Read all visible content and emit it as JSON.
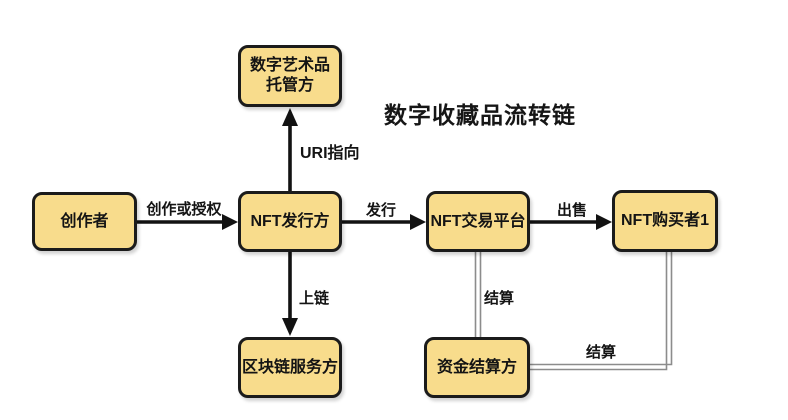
{
  "title": "数字收藏品流转链",
  "colors": {
    "box_fill": "#F8DC8C",
    "box_border": "#1B1B1B",
    "arrow": "#121212",
    "settle_line": "#8C8C8C"
  },
  "nodes": [
    {
      "id": "creator",
      "label": "创作者"
    },
    {
      "id": "custodian",
      "label": "数字艺术品托管方",
      "lines": [
        "数字艺术品",
        "托管方"
      ]
    },
    {
      "id": "issuer",
      "label": "NFT发行方"
    },
    {
      "id": "blockchain",
      "label": "区块链服务方"
    },
    {
      "id": "platform",
      "label": "NFT交易平台"
    },
    {
      "id": "buyer",
      "label": "NFT购买者1"
    },
    {
      "id": "settlement",
      "label": "资金结算方"
    }
  ],
  "edges": [
    {
      "from": "创作者",
      "to": "NFT发行方",
      "label": "创作或授权",
      "style": "arrow"
    },
    {
      "from": "NFT发行方",
      "to": "数字艺术品托管方",
      "label": "URI指向",
      "style": "arrow"
    },
    {
      "from": "NFT发行方",
      "to": "区块链服务方",
      "label": "上链",
      "style": "arrow"
    },
    {
      "from": "NFT发行方",
      "to": "NFT交易平台",
      "label": "发行",
      "style": "arrow"
    },
    {
      "from": "NFT交易平台",
      "to": "NFT购买者1",
      "label": "出售",
      "style": "arrow"
    },
    {
      "from": "NFT交易平台",
      "to": "资金结算方",
      "label": "结算",
      "style": "double-line"
    },
    {
      "from": "资金结算方",
      "to": "NFT购买者1",
      "label": "结算",
      "style": "double-line"
    }
  ]
}
